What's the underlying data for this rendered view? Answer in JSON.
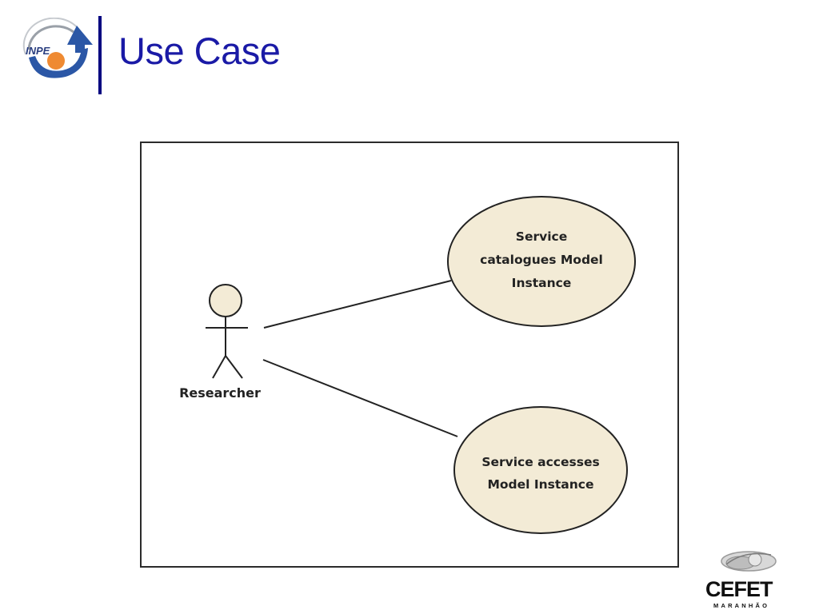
{
  "slide": {
    "title": "Use Case"
  },
  "logos": {
    "inpe_text": "INPE",
    "cefet_text": "CEFET",
    "cefet_subtitle": "MARANHÃO"
  },
  "diagram": {
    "actor": {
      "name": "Researcher"
    },
    "use_cases": [
      {
        "lines": [
          "Service",
          "catalogues Model",
          "Instance"
        ]
      },
      {
        "lines": [
          "Service accesses",
          "Model Instance"
        ]
      }
    ]
  },
  "colors": {
    "title": "#1a1aa6",
    "divider": "#000080",
    "use_case_fill": "#f3ebd6",
    "actor_head_fill": "#f3ebd6",
    "line": "#222222"
  }
}
